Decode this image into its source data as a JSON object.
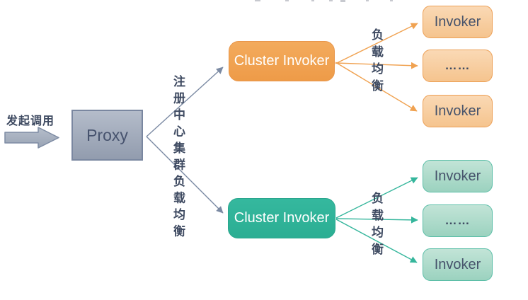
{
  "caller": {
    "label": "发起调用"
  },
  "proxy": {
    "label": "Proxy"
  },
  "registry": {
    "vertical_label": "注册中心集群负载均衡"
  },
  "branches": [
    {
      "name": "top-orange",
      "cluster_label": "Cluster Invoker",
      "load_balance_vertical_label": "负载均衡",
      "invokers": [
        "Invoker",
        "……",
        "Invoker"
      ],
      "colors": {
        "cluster_fill": "#F0A251",
        "cluster_border": "#E8964B",
        "invoker_fill_top": "#FAD9B5",
        "invoker_fill_bottom": "#F5C48E",
        "invoker_border": "#EC9F55",
        "arrow": "#F0A251"
      }
    },
    {
      "name": "bottom-teal",
      "cluster_label": "Cluster Invoker",
      "load_balance_vertical_label": "负载均衡",
      "invokers": [
        "Invoker",
        "……",
        "Invoker"
      ],
      "colors": {
        "cluster_fill": "#2FB399",
        "cluster_border": "#29A68D",
        "invoker_fill_top": "#C2E4D7",
        "invoker_fill_bottom": "#9BD2BF",
        "invoker_border": "#5ABEA7",
        "arrow": "#35B69C"
      }
    }
  ],
  "colors": {
    "text_dark": "#3E4A61",
    "slate_line": "#7B8AA3",
    "proxy_fill_top": "#B4BCCA",
    "proxy_fill_bottom": "#929CAE",
    "proxy_border": "#7A87A0",
    "cluster_text": "#FFFFFF",
    "invoker_text": "#46536B",
    "background": "#FFFFFF"
  }
}
